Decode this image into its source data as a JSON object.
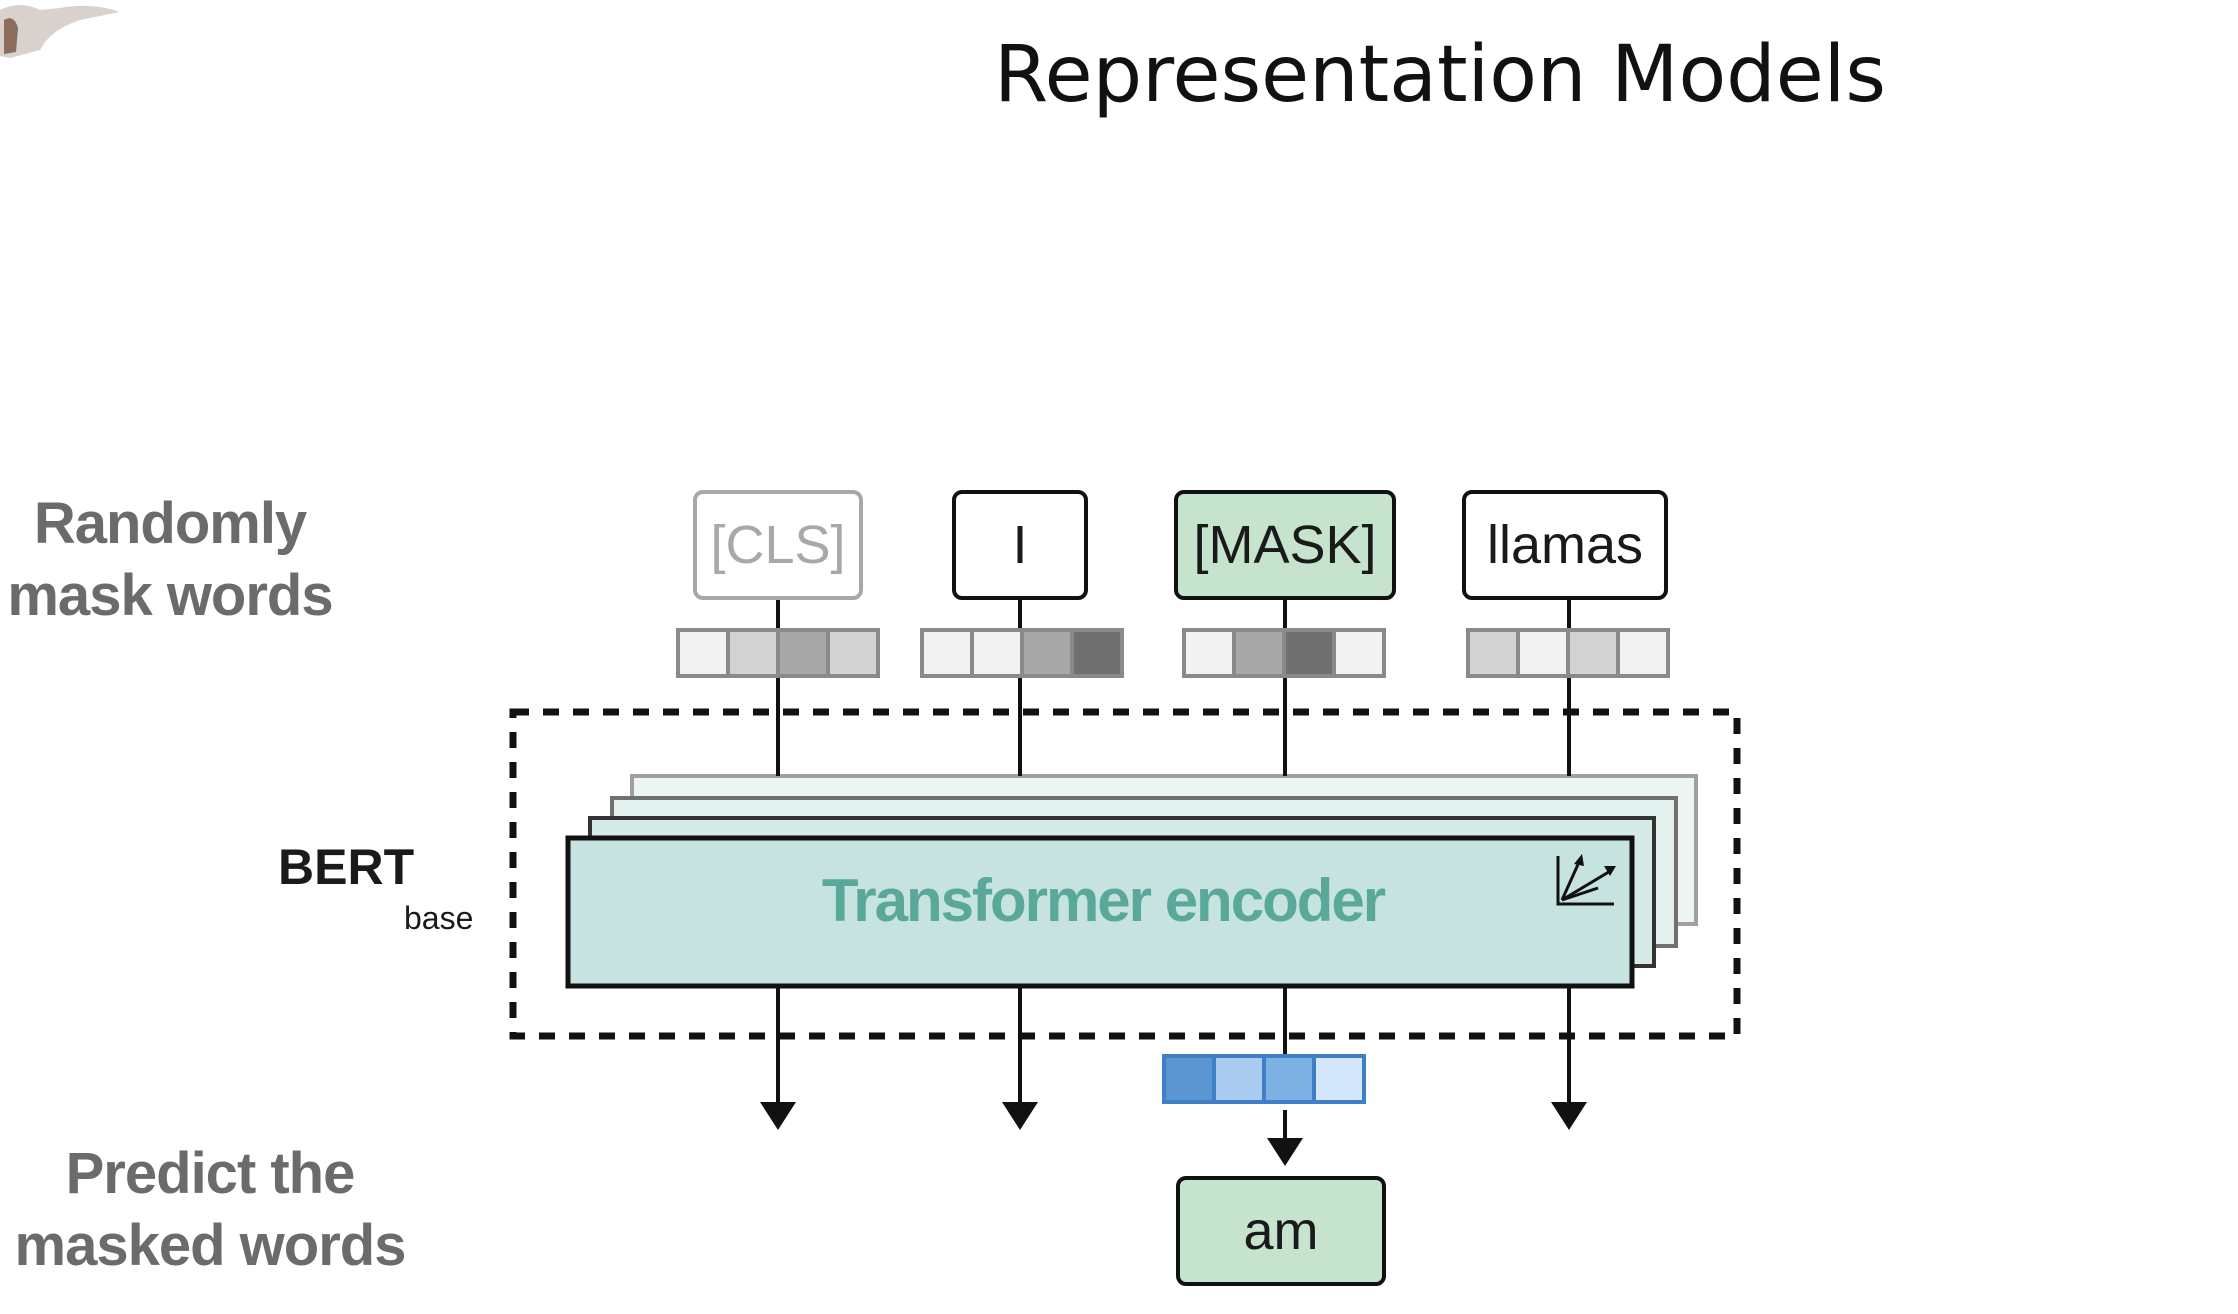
{
  "slide": {
    "title": "Representation Models"
  },
  "labels": {
    "mask_line1": "Randomly",
    "mask_line2": "mask words",
    "predict_line1": "Predict the",
    "predict_line2": "masked words",
    "model_name": "BERT",
    "model_size": "base"
  },
  "encoder": {
    "label": "Transformer encoder"
  },
  "input_tokens": [
    {
      "text": "[CLS]",
      "style": "faded",
      "vector": [
        "#f2f2f2",
        "#d2d2d2",
        "#a8a8a8",
        "#d2d2d2"
      ]
    },
    {
      "text": "I",
      "style": "normal",
      "vector": [
        "#f2f2f2",
        "#f2f2f2",
        "#a8a8a8",
        "#707070"
      ]
    },
    {
      "text": "[MASK]",
      "style": "masked",
      "vector": [
        "#f2f2f2",
        "#a8a8a8",
        "#707070",
        "#f2f2f2"
      ]
    },
    {
      "text": "llamas",
      "style": "normal",
      "vector": [
        "#d2d2d2",
        "#f2f2f2",
        "#d2d2d2",
        "#f2f2f2"
      ]
    }
  ],
  "output": {
    "vector": [
      "#5b95d2",
      "#a9cbef",
      "#7db1e4",
      "#d4e7fb"
    ],
    "token": "am"
  },
  "colors": {
    "encoder_fill": "#c6e3e0",
    "encoder_text": "#5aa89a",
    "mask_fill": "#c6e3cd",
    "output_border": "#3f7fc6"
  },
  "icons": [
    "vector-arrows-icon",
    "logo-figure-icon"
  ]
}
